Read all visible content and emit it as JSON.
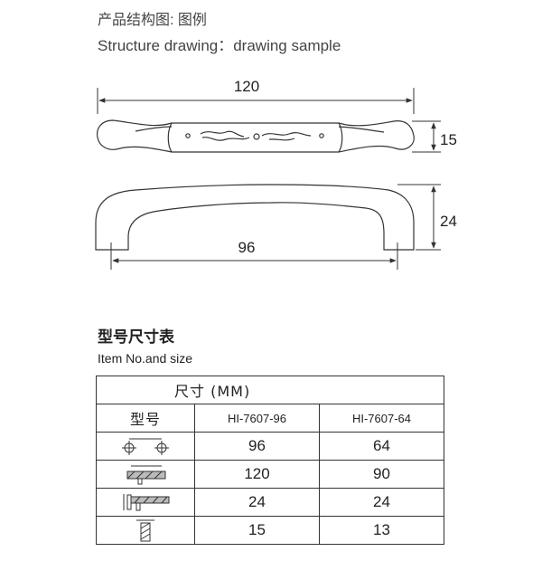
{
  "header": {
    "title_cn": "产品结构图: 图例",
    "title_en": "Structure drawing：drawing sample"
  },
  "drawing": {
    "top_view_length": "120",
    "top_view_height": "15",
    "side_view_hole_distance": "96",
    "side_view_height": "24"
  },
  "size_table": {
    "title_cn": "型号尺寸表",
    "title_en": "Item No.and size",
    "unit_header": "尺寸 (MM)",
    "model_header": "型号",
    "models": [
      "HI-7607-96",
      "HI-7607-64"
    ],
    "rows": [
      {
        "icon": "hole-spacing-icon",
        "values": [
          "96",
          "64"
        ]
      },
      {
        "icon": "overall-length-icon",
        "values": [
          "120",
          "90"
        ]
      },
      {
        "icon": "height-icon",
        "values": [
          "24",
          "24"
        ]
      },
      {
        "icon": "width-icon",
        "values": [
          "15",
          "13"
        ]
      }
    ]
  }
}
